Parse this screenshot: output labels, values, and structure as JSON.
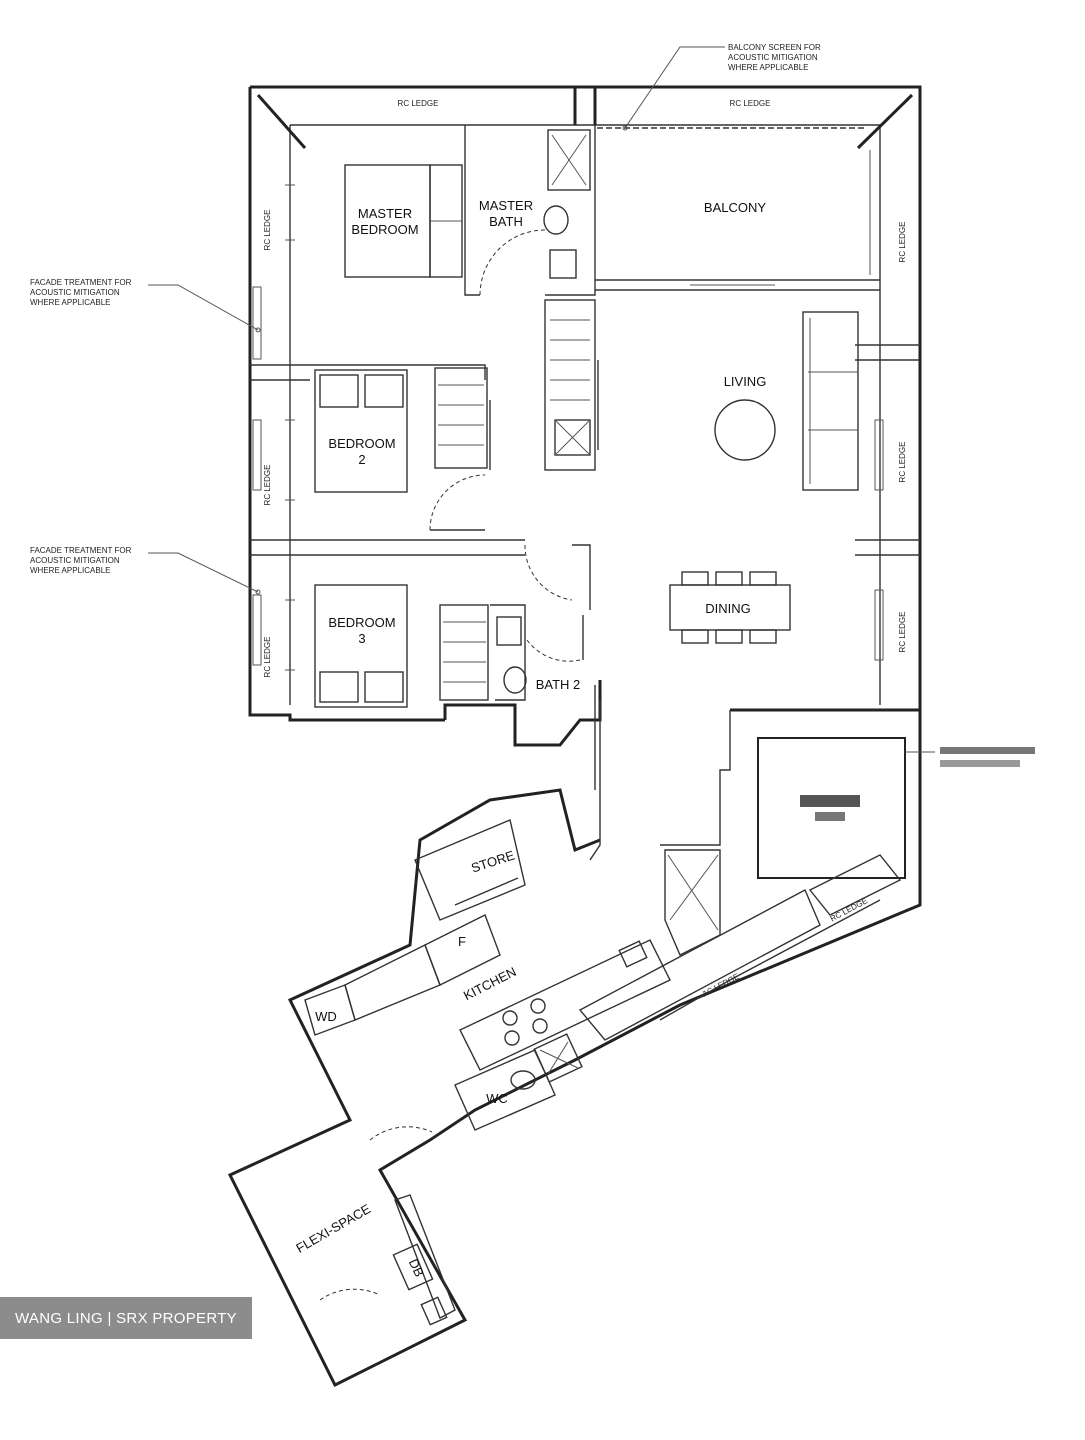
{
  "rooms": {
    "master_bedroom": [
      "MASTER",
      "BEDROOM"
    ],
    "master_bath": [
      "MASTER",
      "BATH"
    ],
    "balcony": "BALCONY",
    "living": "LIVING",
    "bedroom2": [
      "BEDROOM",
      "2"
    ],
    "dining": "DINING",
    "bedroom3": [
      "BEDROOM",
      "3"
    ],
    "bath2": "BATH 2",
    "store": "STORE",
    "fridge": "F",
    "kitchen": "KITCHEN",
    "washer_dryer": "WD",
    "wc": "WC",
    "flexi_space": "FLEXI-SPACE",
    "distribution_board": "DB"
  },
  "ledges": {
    "rc_ledge": "RC LEDGE",
    "ac_ledge": "AC LEDGE"
  },
  "notes": {
    "balcony_screen": [
      "BALCONY SCREEN FOR",
      "ACOUSTIC MITIGATION",
      "WHERE APPLICABLE"
    ],
    "facade_treatment": [
      "FACADE TREATMENT FOR",
      "ACOUSTIC MITIGATION",
      "WHERE APPLICABLE"
    ]
  },
  "watermark": "WANG LING | SRX PROPERTY"
}
